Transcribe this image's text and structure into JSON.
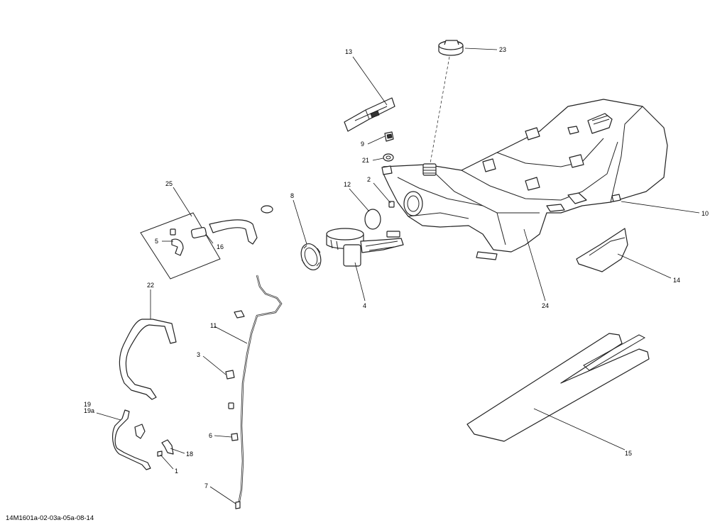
{
  "diagram": {
    "drawing_code": "14M1601a-02-03a-05a-08-14",
    "callouts": {
      "c1": "1",
      "c2": "2",
      "c3": "3",
      "c4": "4",
      "c5": "5",
      "c6": "6",
      "c7": "7",
      "c8": "8",
      "c9": "9",
      "c10": "10",
      "c11": "11",
      "c12": "12",
      "c13": "13",
      "c14": "14",
      "c15": "15",
      "c16": "16",
      "c18": "18",
      "c19": "19",
      "c19a": "19a",
      "c21": "21",
      "c22": "22",
      "c23": "23",
      "c24": "24",
      "c25": "25"
    }
  }
}
